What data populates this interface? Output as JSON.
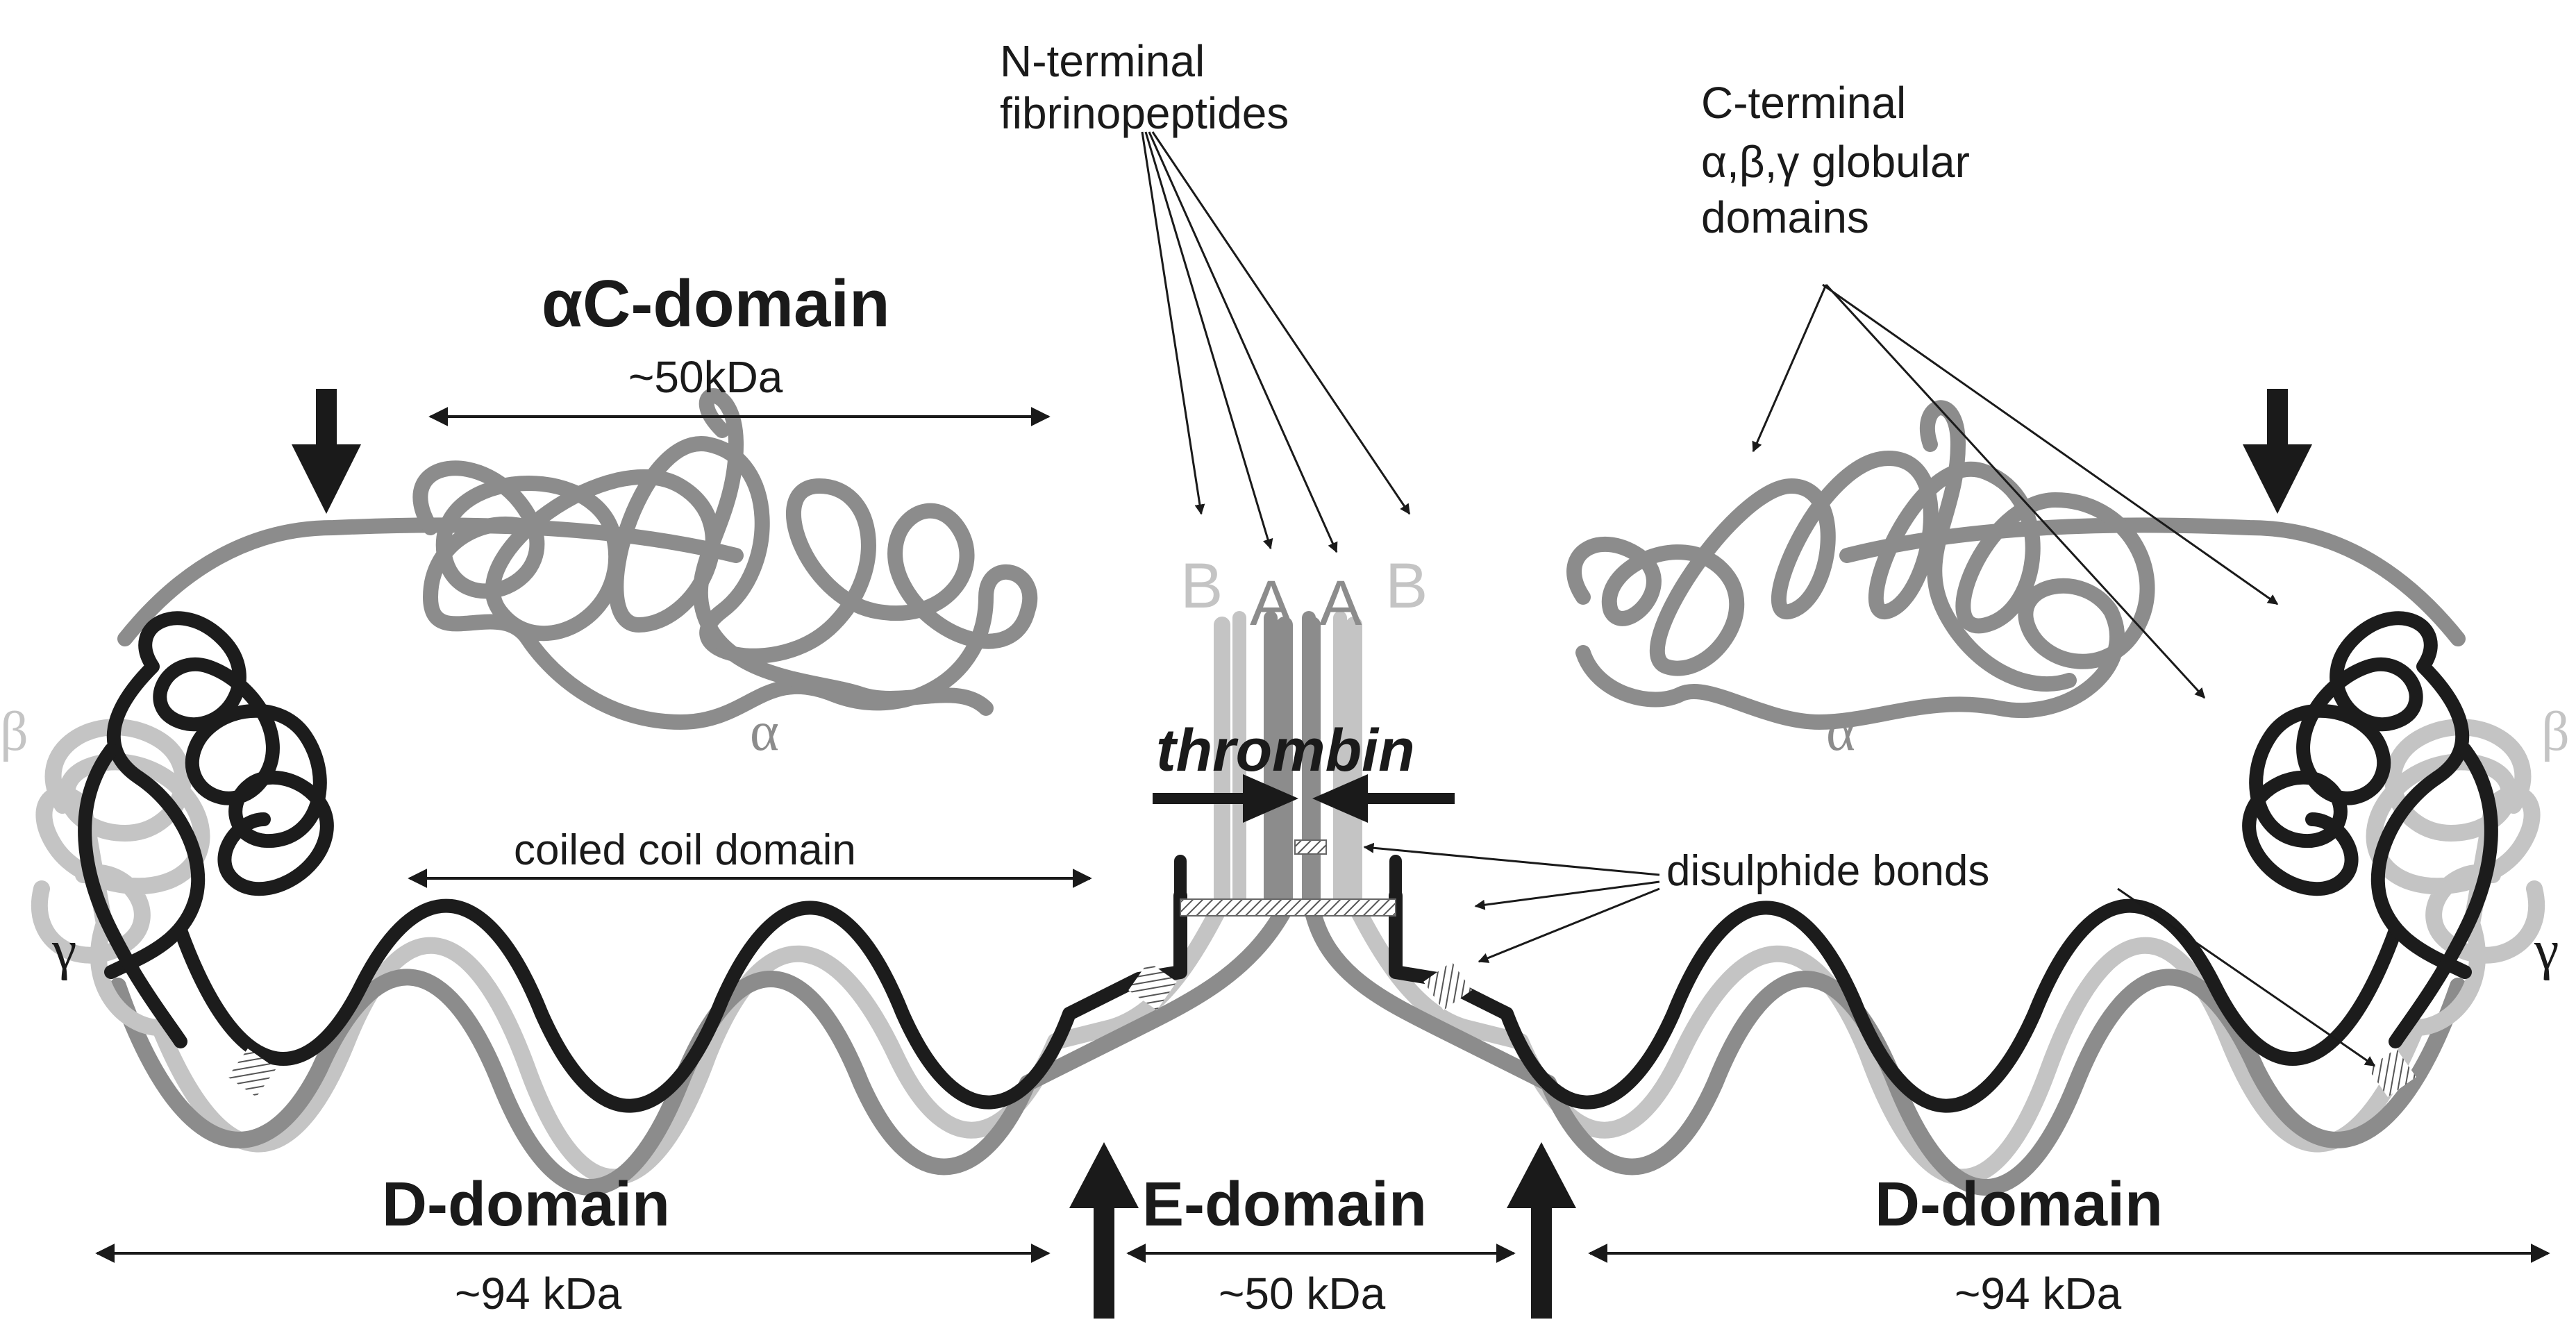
{
  "labels": {
    "n_terminal_line1": "N-terminal",
    "n_terminal_line2": "fibrinopeptides",
    "c_terminal_line1": "C-terminal",
    "c_terminal_line2": "α,β,γ globular",
    "c_terminal_line3": "domains",
    "alpha_c_domain": "αC-domain",
    "alpha_c_mass": "~50kDa",
    "coiled_coil": "coiled coil domain",
    "thrombin": "thrombin",
    "disulphide": "disulphide bonds",
    "d_domain_left": "D-domain",
    "d_mass_left": "~94 kDa",
    "e_domain": "E-domain",
    "e_mass": "~50 kDa",
    "d_domain_right": "D-domain",
    "d_mass_right": "~94 kDa",
    "fpB_left": "B",
    "fpA_left": "A",
    "fpA_right": "A",
    "fpB_right": "B",
    "alpha_left": "α",
    "alpha_right": "α",
    "beta_left": "β",
    "beta_right": "β",
    "gamma_left": "γ",
    "gamma_right": "γ"
  },
  "colors": {
    "alpha_chain": "#8c8c8c",
    "beta_chain": "#c4c4c4",
    "gamma_chain": "#1c1c1c",
    "text": "#1a1a1a",
    "arrow": "#1a1a1a"
  }
}
